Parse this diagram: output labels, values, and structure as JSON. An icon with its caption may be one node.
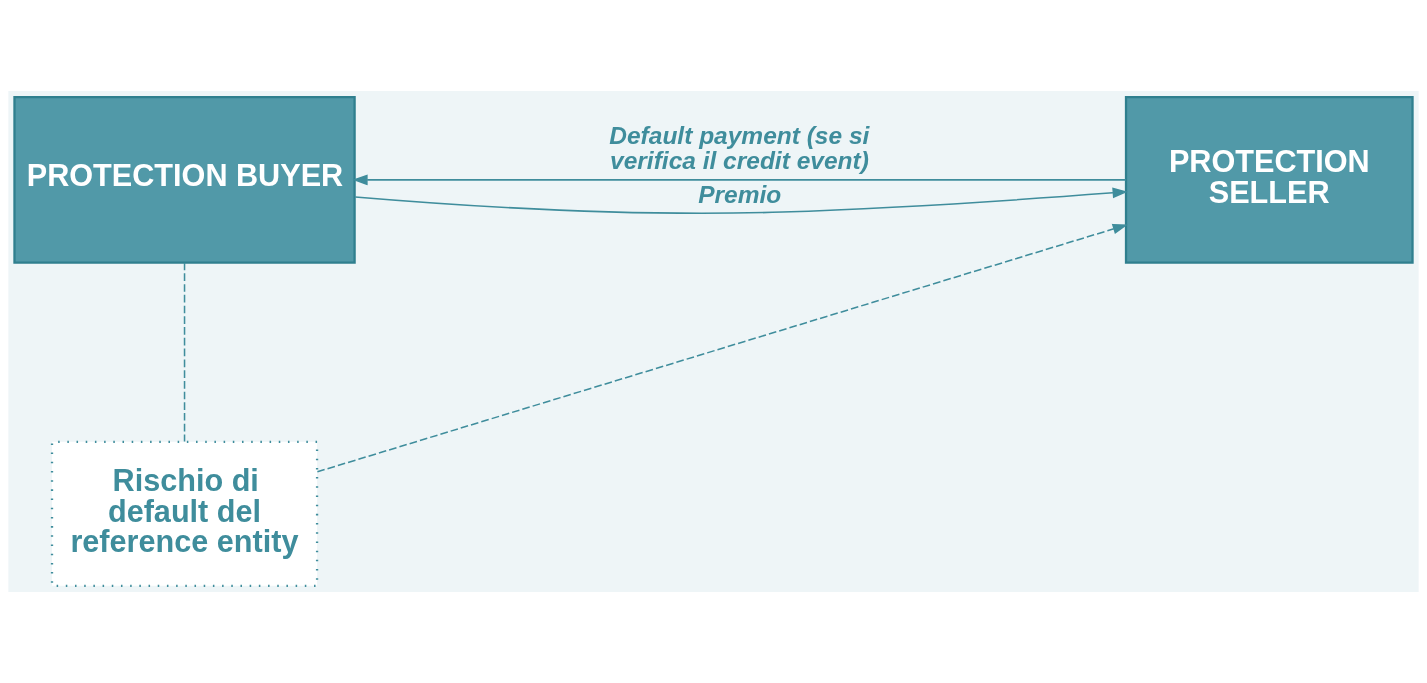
{
  "diagram": {
    "nodes": [
      {
        "text": [
          "PROTECTION BUYER"
        ]
      },
      {
        "text": [
          "PROTECTION SELLER"
        ]
      },
      {
        "text": [
          "Rischio di default del reference entity"
        ]
      }
    ],
    "edges": [
      {
        "from": 0,
        "to": 1,
        "arrow": "to",
        "label": "Premio"
      },
      {
        "from": 1,
        "to": 0,
        "arrow": "to",
        "label": "Default payment (se si verifica il credit event)"
      },
      {
        "from": 0,
        "to": 2,
        "arrow": "none",
        "style": "dashed"
      },
      {
        "from": 2,
        "to": 1,
        "arrow": "to",
        "style": "dashed"
      }
    ]
  }
}
